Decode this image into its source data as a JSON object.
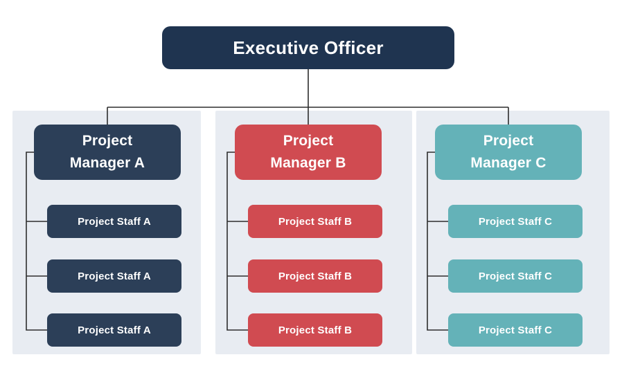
{
  "colors": {
    "background": "#ffffff",
    "panel": "#e8ecf2",
    "executive": "#1f3450",
    "navy": "#2c3f58",
    "red": "#d04b51",
    "teal": "#64b2b8",
    "connector": "#2d2d2d",
    "node_text": "#ffffff"
  },
  "root": {
    "label": "Executive Officer"
  },
  "groups": [
    {
      "manager_lines": [
        "Project",
        "Manager A"
      ],
      "color": "#2c3f58",
      "staff": [
        "Project Staff A",
        "Project Staff A",
        "Project Staff A"
      ]
    },
    {
      "manager_lines": [
        "Project",
        "Manager B"
      ],
      "color": "#d04b51",
      "staff": [
        "Project Staff B",
        "Project Staff B",
        "Project Staff B"
      ]
    },
    {
      "manager_lines": [
        "Project",
        "Manager C"
      ],
      "color": "#64b2b8",
      "staff": [
        "Project Staff C",
        "Project Staff C",
        "Project Staff C"
      ]
    }
  ]
}
